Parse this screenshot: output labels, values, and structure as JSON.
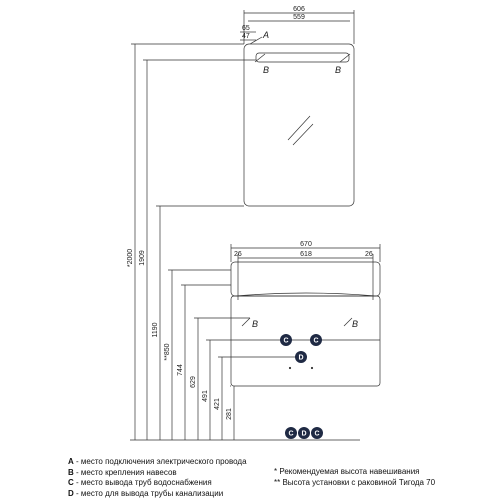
{
  "mirror": {
    "dims": {
      "width_outer": "606",
      "width_inner": "559",
      "offset_a": "65",
      "offset_b": "47"
    },
    "labels": {
      "a": "A",
      "b_left": "B",
      "b_right": "B"
    }
  },
  "cabinet": {
    "dims": {
      "width_outer": "670",
      "width_inner": "618",
      "side_left": "26",
      "side_right": "26"
    },
    "labels": {
      "b_left": "B",
      "b_right": "B"
    },
    "markers": {
      "c1": "C",
      "c2": "C",
      "d": "D"
    }
  },
  "floor_markers": {
    "c_left": "C",
    "d": "D",
    "c_right": "C"
  },
  "heights": {
    "h2000": "*2000",
    "h1909": "1909",
    "h1190": "1190",
    "h850": "**850",
    "h744": "744",
    "h629": "629",
    "h491": "491",
    "h421": "421",
    "h281": "281"
  },
  "legend": {
    "a_key": "A",
    "a_text": " - место подключения электрического провода",
    "b_key": "B",
    "b_text": " - место крепления навесов",
    "c_key": "C",
    "c_text": " - место вывода труб водоснабжения",
    "d_key": "D",
    "d_text": " - место для вывода трубы канализации",
    "note1": "* Рекомендуемая высота навешивания",
    "note2": "** Высота установки с раковиной Тигода 70"
  },
  "colors": {
    "line": "#333333",
    "marker": "#1f2a44",
    "background": "#ffffff"
  }
}
